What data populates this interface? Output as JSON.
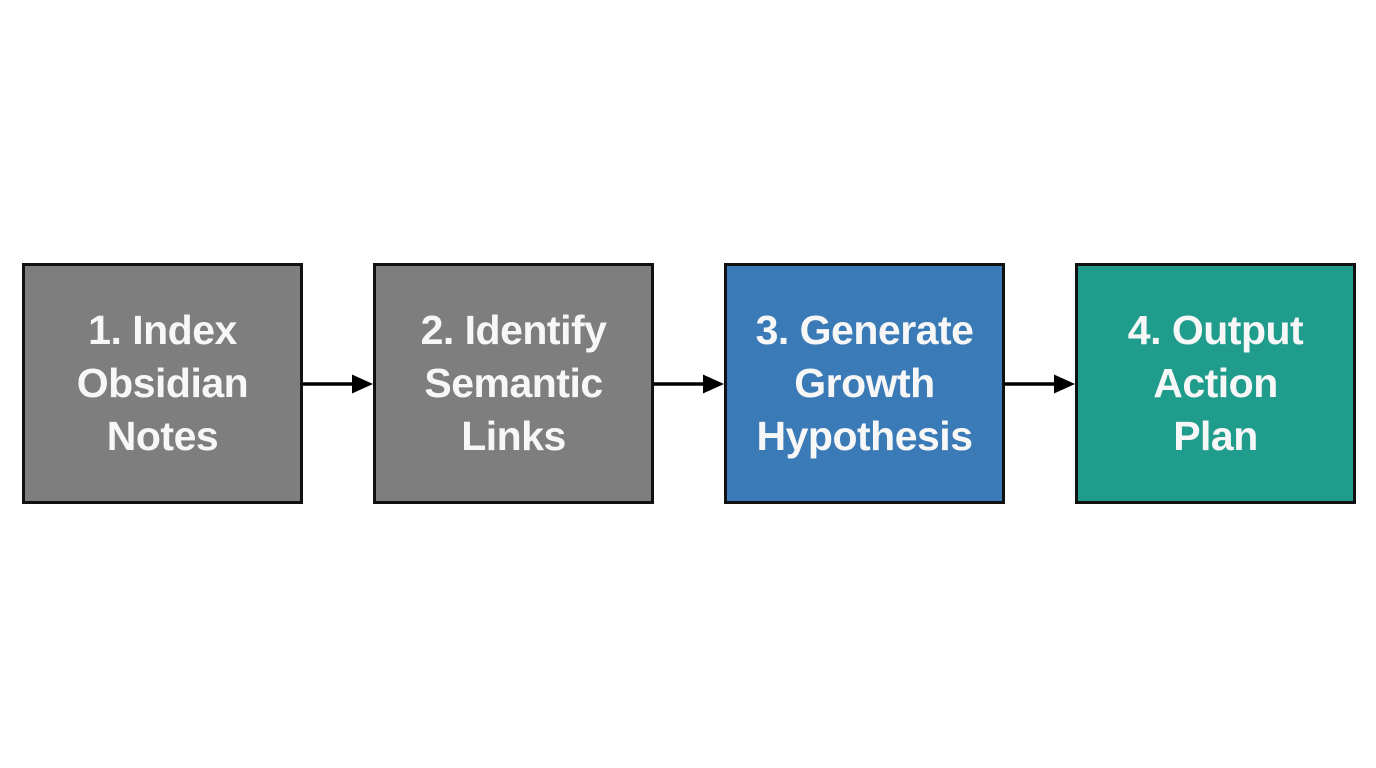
{
  "page": {
    "background": "#ffffff"
  },
  "diagram": {
    "type": "flowchart",
    "direction": "left-to-right",
    "border_color": "#111111",
    "arrow_color": "#000000",
    "steps": [
      {
        "id": 1,
        "label": "1. Index\nObsidian\nNotes",
        "fill": "#7e7e7e",
        "text_color": "#f7f7f7"
      },
      {
        "id": 2,
        "label": "2. Identify\nSemantic\nLinks",
        "fill": "#7e7e7e",
        "text_color": "#f7f7f7"
      },
      {
        "id": 3,
        "label": "3. Generate\nGrowth\nHypothesis",
        "fill": "#3a7ab6",
        "text_color": "#f7f7f7"
      },
      {
        "id": 4,
        "label": "4. Output\nAction\nPlan",
        "fill": "#1f9c8c",
        "text_color": "#f7f7f7"
      }
    ],
    "connectors": [
      {
        "from": 1,
        "to": 2
      },
      {
        "from": 2,
        "to": 3
      },
      {
        "from": 3,
        "to": 4
      }
    ]
  }
}
